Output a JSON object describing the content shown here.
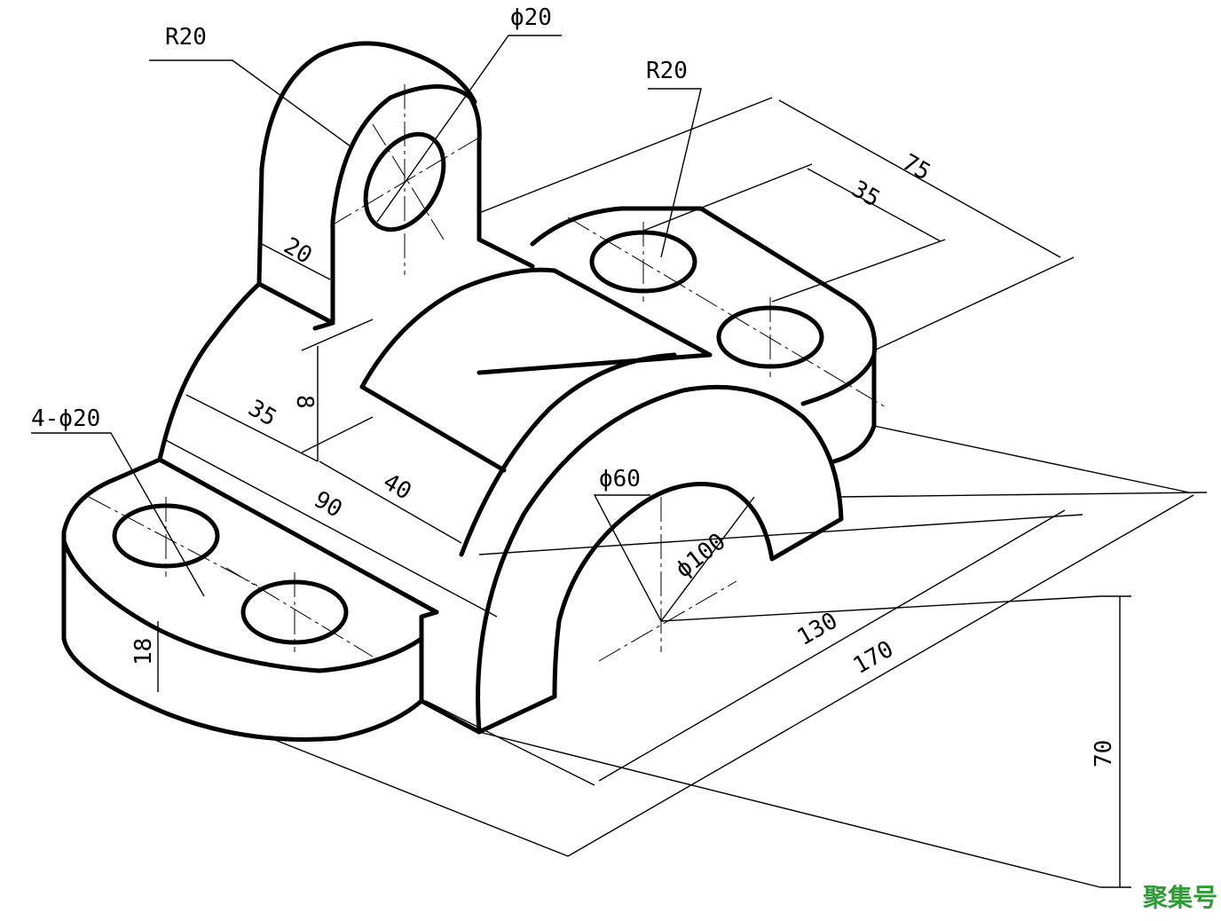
{
  "dimensions": {
    "lug_radius": "R20",
    "lug_hole": "ϕ20",
    "right_radius": "R20",
    "width_75": "75",
    "hole_spacing_35": "35",
    "lug_thickness": "20",
    "slot_depth": "8",
    "left_35": "35",
    "slot_40": "40",
    "length_90": "90",
    "base_holes": "4-ϕ20",
    "bore_60": "ϕ60",
    "outer_100": "ϕ100",
    "length_130": "130",
    "length_170": "170",
    "base_thickness": "18",
    "height_70": "70"
  },
  "watermark": "聚集号",
  "colors": {
    "line": "#000000",
    "watermark": "#2e9b35"
  }
}
